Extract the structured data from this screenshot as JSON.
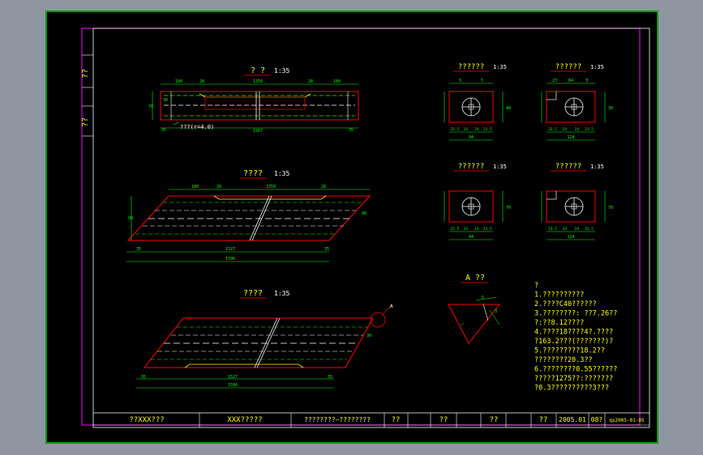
{
  "colors": {
    "background": "#000000",
    "border": "#00ff00",
    "inner_border": "#ff00ff",
    "red": "#ff0000",
    "cyan": "#00ffff",
    "yellow": "#ffff00",
    "white": "#ffffff"
  },
  "side_labels": [
    "??",
    "??"
  ],
  "views": {
    "plan": {
      "title": "? ?",
      "scale": "1:35",
      "dims_top": [
        "180",
        "28",
        "1350",
        "28",
        "180"
      ],
      "dim_left": "70",
      "dims_bottom": [
        "35",
        "1567",
        "35"
      ],
      "note": "???(r=4.0)",
      "dim_inner": "30"
    },
    "iso1": {
      "title": "????",
      "scale": "1:35",
      "dims_top": [
        "180",
        "28",
        "1350",
        "28"
      ],
      "dim_left": "90",
      "dim_right": "48",
      "dims_bottom": [
        "35",
        "1527",
        "35"
      ],
      "total": "1596"
    },
    "iso2": {
      "title": "????",
      "scale": "1:35",
      "callout": "A",
      "dims_bottom": [
        "35",
        "1527",
        "35"
      ],
      "total": "1596",
      "dim_right": "30"
    }
  },
  "sections": [
    {
      "title": "??????",
      "scale": "1:35",
      "dims_top": [
        "5",
        "5"
      ],
      "dims_bottom": [
        "23.5",
        "24",
        "24",
        "23.5"
      ],
      "total": "94",
      "side": "48"
    },
    {
      "title": "??????",
      "scale": "1:35",
      "dims_top": [
        "23",
        "84",
        "5"
      ],
      "dims_bottom": [
        "23.5",
        "24",
        "24",
        "23.5"
      ],
      "total": "124",
      "side": "30"
    },
    {
      "title": "??????",
      "scale": "1:35",
      "dims_bottom": [
        "23.5",
        "24",
        "24",
        "23.5"
      ],
      "total": "94",
      "side": "70"
    },
    {
      "title": "??????",
      "scale": "1:35",
      "dims_bottom": [
        "23.5",
        "24",
        "24",
        "23.5"
      ],
      "total": "124",
      "side": "70"
    }
  ],
  "detail": {
    "title": "A ??",
    "dims": [
      "5",
      "3"
    ]
  },
  "notes": [
    "?",
    "1.??????????",
    "2.????C40??????",
    "3.????????:  ??7.26??",
    "  ?:??8.12????",
    "4.????18????4?.????",
    "  ?163.2???(???????)?",
    "5.?????????18.2??",
    "  ????????20.3??",
    "6.????????0.55??????",
    "  ?????1275??:???????",
    "  ?0.3??????????3???"
  ],
  "title_block": [
    "??XXX???",
    "XXX?????",
    "????????—????????",
    "??",
    "??",
    "??",
    "??",
    "2005.01",
    "08?",
    "qs2005-01-05"
  ]
}
